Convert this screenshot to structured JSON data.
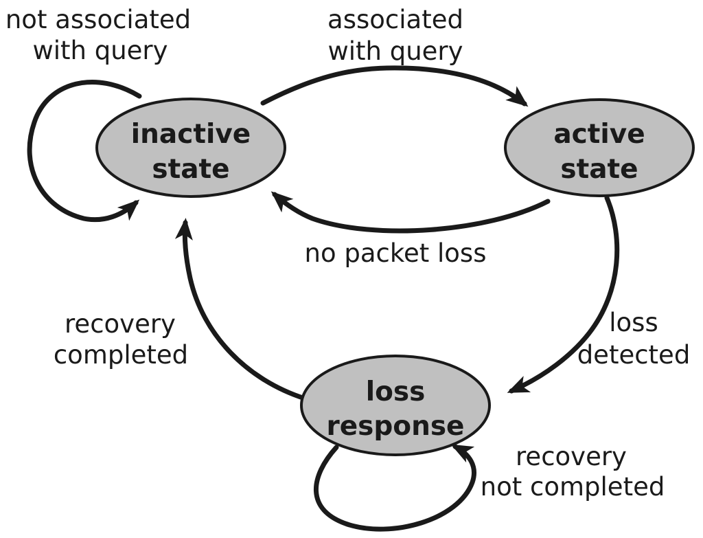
{
  "diagram": {
    "type": "state-transition-diagram",
    "colors": {
      "state_fill": "#c0c0c0",
      "stroke": "#1a1a1a",
      "text": "#1a1a1a",
      "background": "#ffffff"
    },
    "states": [
      {
        "id": "inactive-state",
        "line1": "inactive",
        "line2": "state"
      },
      {
        "id": "active-state",
        "line1": "active",
        "line2": "state"
      },
      {
        "id": "loss-response",
        "line1": "loss",
        "line2": "response"
      }
    ],
    "transitions": [
      {
        "id": "not-associated-with-query",
        "from": "inactive-state",
        "to": "inactive-state",
        "line1": "not associated",
        "line2": "with query"
      },
      {
        "id": "associated-with-query",
        "from": "inactive-state",
        "to": "active-state",
        "line1": "associated",
        "line2": "with query"
      },
      {
        "id": "no-packet-loss",
        "from": "active-state",
        "to": "inactive-state",
        "line1": "no packet loss",
        "line2": ""
      },
      {
        "id": "loss-detected",
        "from": "active-state",
        "to": "loss-response",
        "line1": "loss",
        "line2": "detected"
      },
      {
        "id": "recovery-completed",
        "from": "loss-response",
        "to": "inactive-state",
        "line1": "recovery",
        "line2": "completed"
      },
      {
        "id": "recovery-not-completed",
        "from": "loss-response",
        "to": "loss-response",
        "line1": "recovery",
        "line2": "not completed"
      }
    ]
  }
}
